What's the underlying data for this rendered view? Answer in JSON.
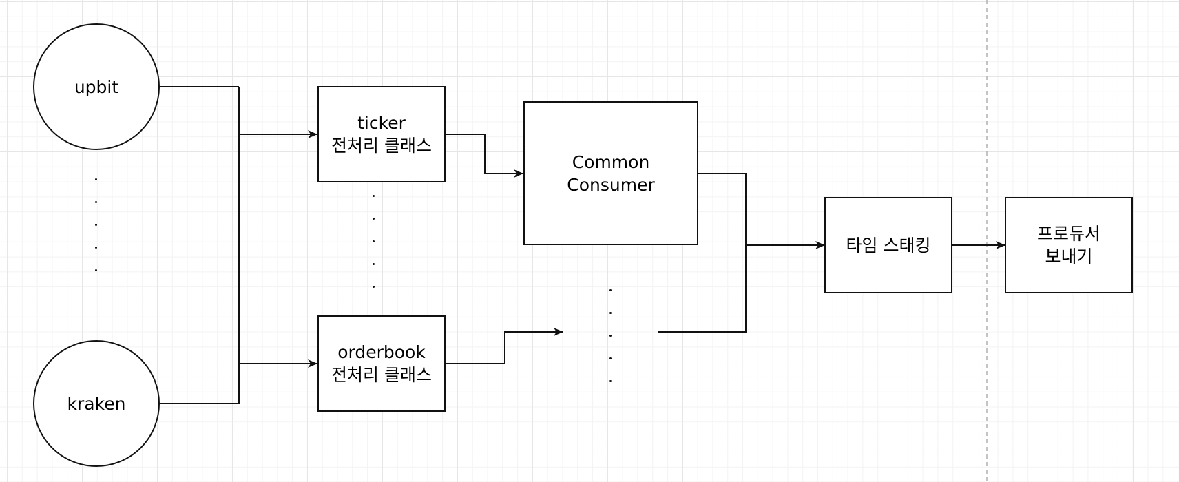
{
  "nodes": {
    "upbit": "upbit",
    "kraken": "kraken",
    "ticker": "ticker\n전처리 클래스",
    "orderbook": "orderbook\n전처리 클래스",
    "consumer": "Common\nConsumer",
    "time_stacking": "타임 스태킹",
    "producer": "프로듀서\n보내기"
  },
  "colors": {
    "stroke": "#111111",
    "grid": "#e6e6e6",
    "divider": "#b0b0b0"
  }
}
